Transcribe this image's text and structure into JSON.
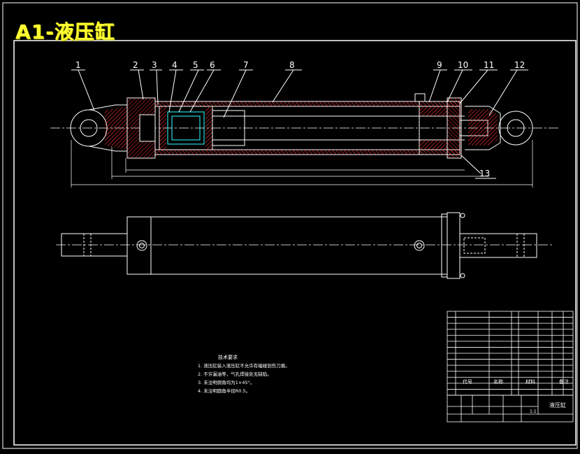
{
  "title": "A1-液压缸",
  "balloons": [
    "1",
    "2",
    "3",
    "4",
    "5",
    "6",
    "7",
    "8",
    "9",
    "10",
    "11",
    "12",
    "13"
  ],
  "tech_requirements": {
    "heading": "技术要求",
    "items": [
      "1. 液压缸装入液压缸不允许有磕碰划伤刀痕。",
      "2. 不许漏油等，气孔焊接处无缺陷。",
      "3. 未注明倒角均为1×45°。",
      "4. 未注明圆角半径R0.5。"
    ]
  },
  "title_block": {
    "drawing_name": "液压缸",
    "code_label": "代号",
    "name_label": "名称",
    "material_label": "材料",
    "remark_label": "备注",
    "scale": "1:1"
  },
  "colors": {
    "background": "#000000",
    "line": "#ffffff",
    "title": "#ffff33",
    "hatch": "#ff3333",
    "detail": "#33ffff",
    "center": "#ffffff"
  }
}
